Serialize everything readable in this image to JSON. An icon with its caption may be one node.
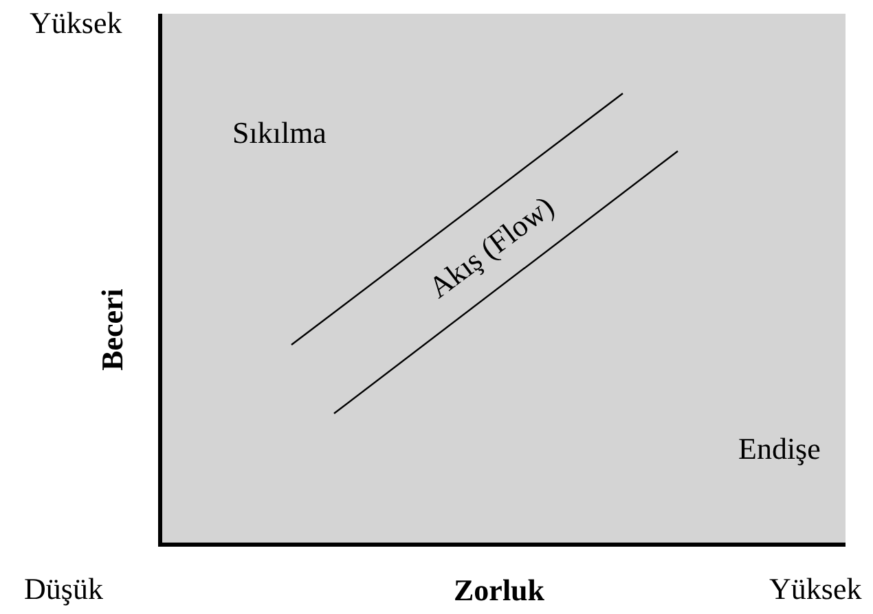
{
  "diagram": {
    "labels": [
      "Yüksek",
      "Sıkılma",
      "Akış (Flow)",
      "Beceri",
      "Endişe",
      "Düşük",
      "Zorluk",
      "Yüksek"
    ]
  }
}
